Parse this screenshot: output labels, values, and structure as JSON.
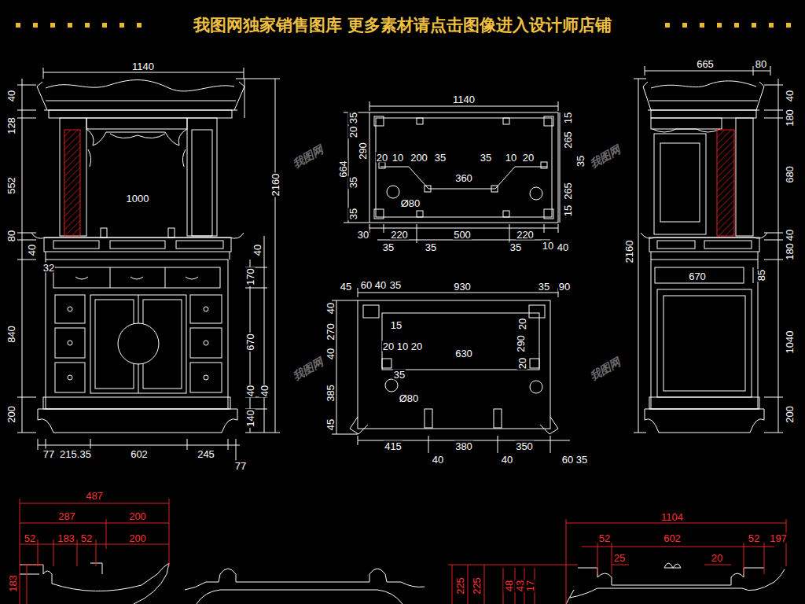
{
  "diagram": {
    "title": "我图网独家销售图库 更多素材请点击图像进入设计师店铺",
    "labels": [
      "1140",
      "40",
      "128",
      "552",
      "80",
      "40",
      "32",
      "840",
      "200",
      "1000",
      "40",
      "2160",
      "170",
      "670",
      "40",
      "40",
      "140",
      "77",
      "215.35",
      "602",
      "245",
      "77",
      "1140",
      "35",
      "20",
      "290",
      "664",
      "35",
      "35",
      "20",
      "10",
      "200",
      "35",
      "360",
      "35",
      "10",
      "20",
      "Ø80",
      "15",
      "265",
      "35",
      "265",
      "15",
      "30",
      "220",
      "500",
      "220",
      "10",
      "40",
      "35",
      "35",
      "35",
      "45",
      "60",
      "40",
      "35",
      "930",
      "35",
      "90",
      "40",
      "270",
      "40",
      "385",
      "45",
      "15",
      "20",
      "10",
      "20",
      "630",
      "20",
      "290",
      "20",
      "35",
      "Ø80",
      "415",
      "380",
      "350",
      "40",
      "40",
      "60",
      "35",
      "665",
      "80",
      "40",
      "180",
      "680",
      "40",
      "180",
      "85",
      "1040",
      "200",
      "2160",
      "670",
      "487",
      "287",
      "200",
      "52",
      "183",
      "52",
      "200",
      "183",
      "225",
      "225",
      "48",
      "43",
      "17",
      "1104",
      "52",
      "602",
      "52",
      "197",
      "25",
      "20",
      "我图网",
      "我图网",
      "我图网",
      "我图网"
    ]
  }
}
